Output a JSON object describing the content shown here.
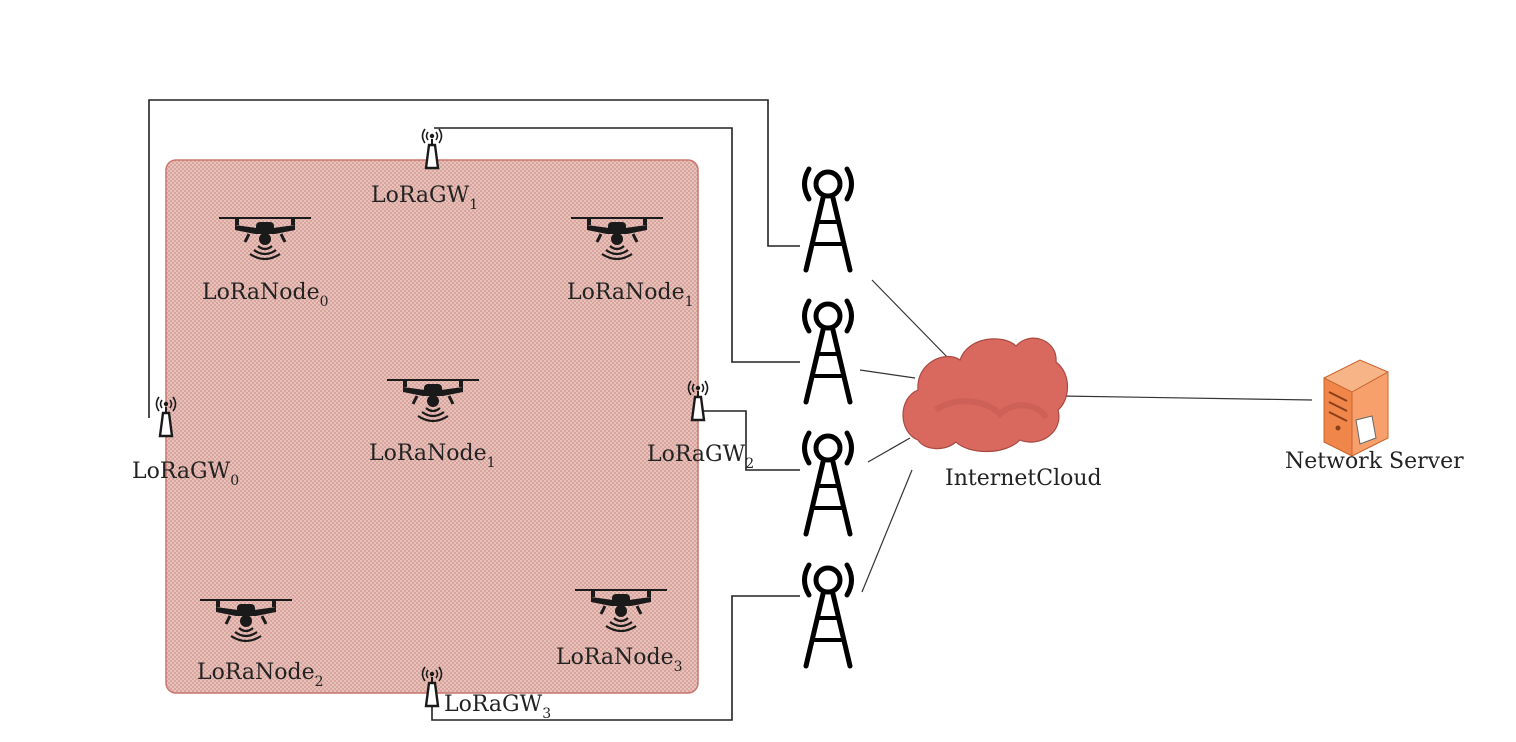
{
  "gateways": [
    {
      "base": "LoRaGW",
      "sub": "0"
    },
    {
      "base": "LoRaGW",
      "sub": "1"
    },
    {
      "base": "LoRaGW",
      "sub": "2"
    },
    {
      "base": "LoRaGW",
      "sub": "3"
    }
  ],
  "nodes": [
    {
      "base": "LoRaNode",
      "sub": "0"
    },
    {
      "base": "LoRaNode",
      "sub": "1"
    },
    {
      "base": "LoRaNode",
      "sub": "1"
    },
    {
      "base": "LoRaNode",
      "sub": "2"
    },
    {
      "base": "LoRaNode",
      "sub": "3"
    }
  ],
  "cloud": {
    "label": "InternetCloud"
  },
  "server": {
    "label": "Network Server"
  },
  "colors": {
    "area_fill": "#d9a7a0",
    "area_stroke": "#c9776e",
    "cloud_fill": "#d9695f",
    "server_orange": "#f0864a",
    "line": "#222222"
  },
  "icons": {
    "node": "drone-icon",
    "gateway": "antenna-icon",
    "tower": "radio-tower-icon",
    "cloud": "cloud-icon",
    "server": "server-icon"
  }
}
